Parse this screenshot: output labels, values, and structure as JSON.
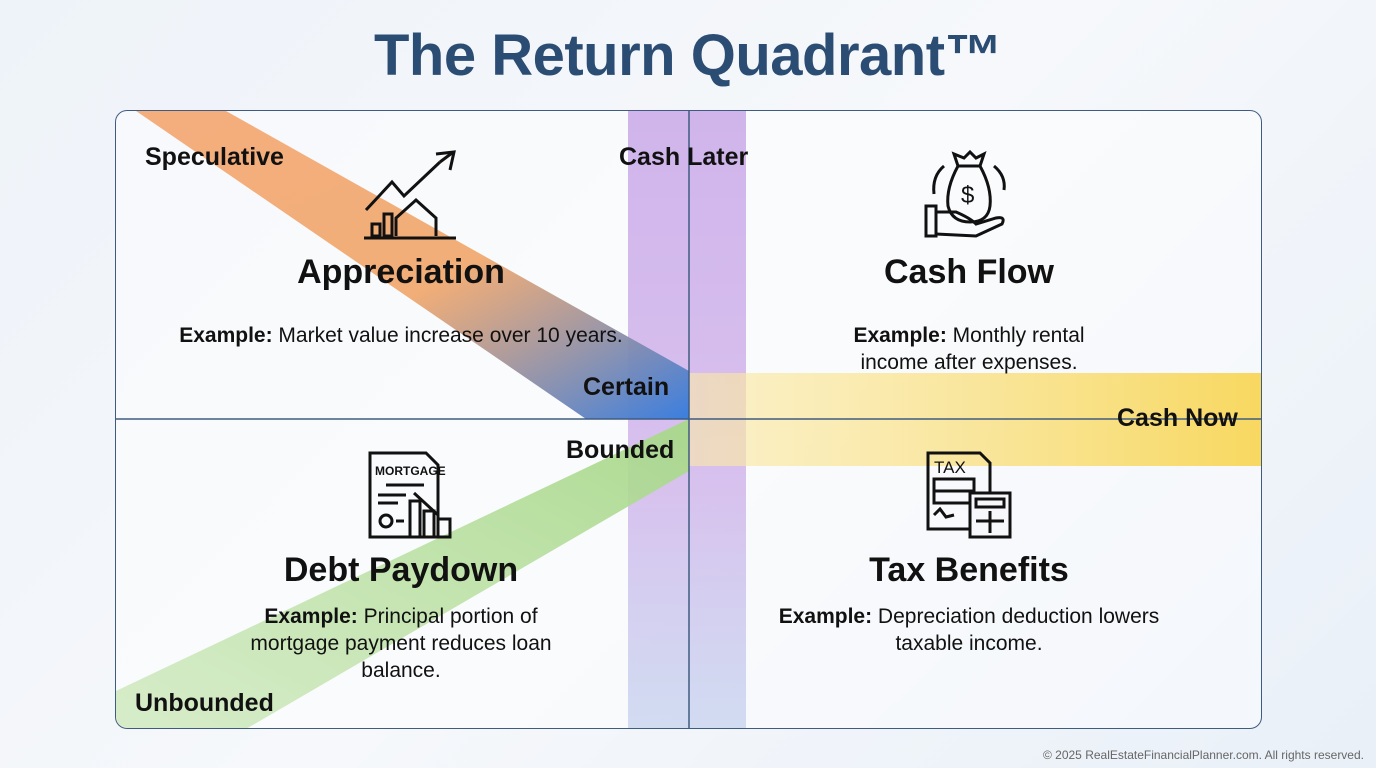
{
  "title": "The Return Quadrant™",
  "axes": {
    "speculative": "Speculative",
    "certain": "Certain",
    "bounded": "Bounded",
    "unbounded": "Unbounded",
    "cash_later": "Cash Later",
    "cash_now": "Cash Now"
  },
  "quadrants": [
    {
      "title": "Appreciation",
      "example_label": "Example:",
      "example_text": " Market value increase over 10 years.",
      "icon": "chart-house-icon"
    },
    {
      "title": "Cash Flow",
      "example_label": "Example:",
      "example_text": " Monthly rental income after expenses.",
      "icon": "money-bag-hand-icon"
    },
    {
      "title": "Debt Paydown",
      "example_label": "Example:",
      "example_text": " Principal portion of mortgage payment reduces loan balance.",
      "icon": "mortgage-document-icon",
      "icon_text": "MORTGAGE"
    },
    {
      "title": "Tax Benefits",
      "example_label": "Example:",
      "example_text": " Depreciation deduction lowers taxable income.",
      "icon": "tax-calculator-icon",
      "icon_text": "TAX"
    }
  ],
  "colors": {
    "title": "#2c4d73",
    "orange": "#f0a060",
    "blue": "#3b7fe0",
    "green": "#a8d88a",
    "purple": "#c9a8e8",
    "yellow": "#f8d860"
  },
  "footer": "© 2025 RealEstateFinancialPlanner.com. All rights reserved."
}
